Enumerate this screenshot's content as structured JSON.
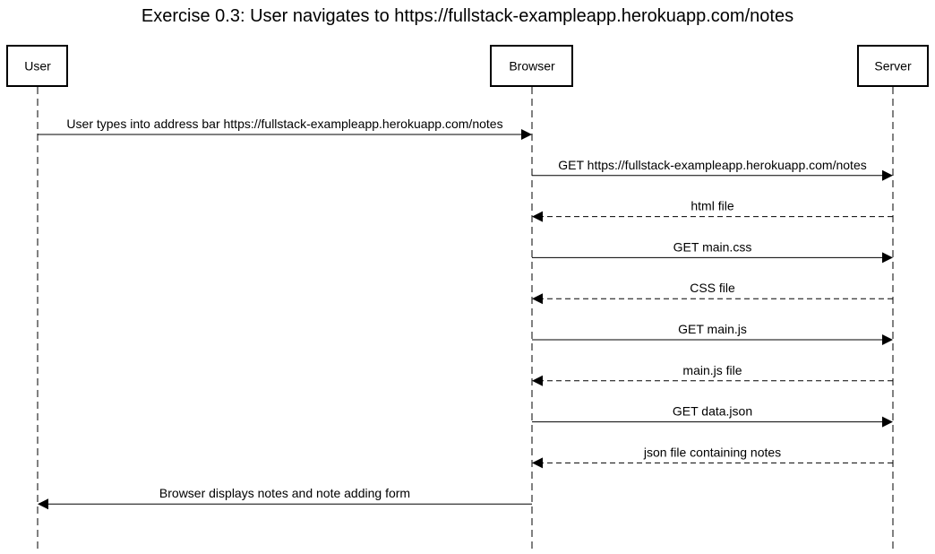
{
  "title": "Exercise 0.3: User navigates to https://fullstack-exampleapp.herokuapp.com/notes",
  "participants": [
    {
      "id": "user",
      "label": "User"
    },
    {
      "id": "browser",
      "label": "Browser"
    },
    {
      "id": "server",
      "label": "Server"
    }
  ],
  "messages": [
    {
      "from": "user",
      "to": "browser",
      "label": "User types into address bar https://fullstack-exampleapp.herokuapp.com/notes",
      "style": "solid"
    },
    {
      "from": "browser",
      "to": "server",
      "label": "GET https://fullstack-exampleapp.herokuapp.com/notes",
      "style": "solid"
    },
    {
      "from": "server",
      "to": "browser",
      "label": "html file",
      "style": "dashed"
    },
    {
      "from": "browser",
      "to": "server",
      "label": "GET main.css",
      "style": "solid"
    },
    {
      "from": "server",
      "to": "browser",
      "label": "CSS file",
      "style": "dashed"
    },
    {
      "from": "browser",
      "to": "server",
      "label": "GET main.js",
      "style": "solid"
    },
    {
      "from": "server",
      "to": "browser",
      "label": "main.js file",
      "style": "dashed"
    },
    {
      "from": "browser",
      "to": "server",
      "label": "GET data.json",
      "style": "solid"
    },
    {
      "from": "server",
      "to": "browser",
      "label": "json file containing notes",
      "style": "dashed"
    },
    {
      "from": "browser",
      "to": "user",
      "label": "Browser displays notes and note adding form",
      "style": "solid"
    }
  ]
}
